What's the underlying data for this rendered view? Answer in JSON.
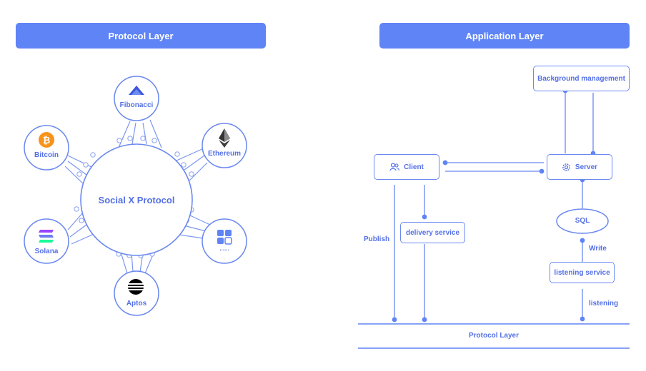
{
  "left": {
    "header": "Protocol Layer",
    "center": "Social X Protocol",
    "nodes": {
      "fibonacci": "Fibonacci",
      "bitcoin": "Bitcoin",
      "ethereum": "Ethereum",
      "solana": "Solana",
      "aptos": "Aptos",
      "more": "......"
    },
    "icons": {
      "fibonacci": "fibonacci-logo-icon",
      "bitcoin": "bitcoin-logo-icon",
      "ethereum": "ethereum-logo-icon",
      "solana": "solana-logo-icon",
      "aptos": "aptos-logo-icon",
      "more": "app-grid-icon"
    }
  },
  "right": {
    "header": "Application Layer",
    "background_management": "Background management",
    "client": "Client",
    "server": "Server",
    "delivery_service": "delivery service",
    "sql": "SQL",
    "listening_service": "listening service",
    "publish": "Publish",
    "write": "Write",
    "listening": "listening",
    "protocol_layer": "Protocol Layer"
  },
  "colors": {
    "accent": "#5f84f6",
    "line": "#6a88f0",
    "text": "#5470e6",
    "bitcoin": "#f7931a"
  }
}
